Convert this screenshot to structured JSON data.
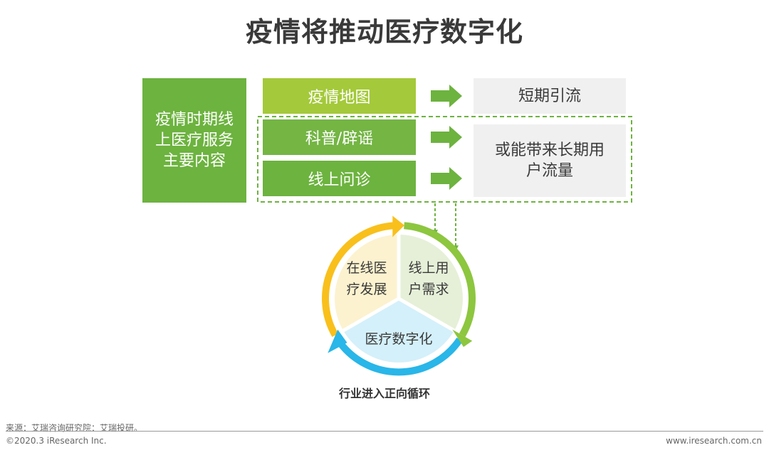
{
  "title": "疫情将推动医疗数字化",
  "main_box": "疫情时期线上医疗服务主要内容",
  "items": [
    "疫情地图",
    "科普/辟谣",
    "线上问诊"
  ],
  "results": [
    "短期引流",
    "或能带来长期用户流量"
  ],
  "cycle": {
    "left": "在线医疗发展",
    "right": "线上用户需求",
    "bottom": "医疗数字化"
  },
  "caption": "行业进入正向循环",
  "footer": {
    "source": "来源：艾瑞咨询研究院：艾瑞投研。",
    "copyright": "©2020.3 iResearch Inc.",
    "website": "www.iresearch.com.cn"
  },
  "colors": {
    "dark_green": "#6db33f",
    "light_green": "#a4c93a",
    "yellow": "#f9c01c",
    "blue": "#29b6e8",
    "gray_box": "#f0f0f0"
  }
}
